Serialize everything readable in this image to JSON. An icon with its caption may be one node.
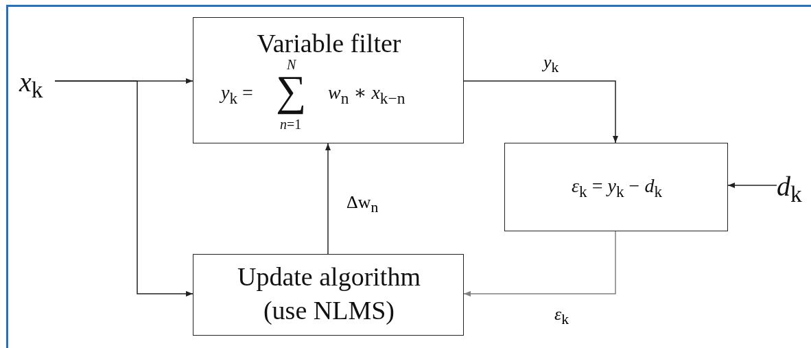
{
  "diagram": {
    "nodes": [
      {
        "text": [
          "Variable filter",
          "*y*$_{k}$ =",
          "*N*",
          "∑",
          "*n*=1",
          "*w*$_{n}$ ∗ *x*$_{k−n}$"
        ]
      },
      {
        "text": [
          "*ε*$_{k}$ = *y*$_{k}$ − *d*$_{k}$"
        ]
      },
      {
        "text": [
          "Update algorithm (use NLMS)"
        ]
      },
      {
        "text": [
          "*x*$_{k}$"
        ]
      },
      {
        "text": [
          "*d*$_{k}$"
        ]
      }
    ],
    "edges": [
      {
        "from": 3,
        "to": 0,
        "arrow": "to"
      },
      {
        "from": 3,
        "to": 2,
        "arrow": "to"
      },
      {
        "from": 0,
        "to": 1,
        "arrow": "to",
        "label": "*y*$_{k}$"
      },
      {
        "from": 4,
        "to": 1,
        "arrow": "to"
      },
      {
        "from": 1,
        "to": 2,
        "arrow": "to",
        "label": "*ε*$_{k}$",
        "color": "#808080"
      },
      {
        "from": 2,
        "to": 0,
        "arrow": "to",
        "label": "Δw$_{n}$"
      }
    ]
  }
}
